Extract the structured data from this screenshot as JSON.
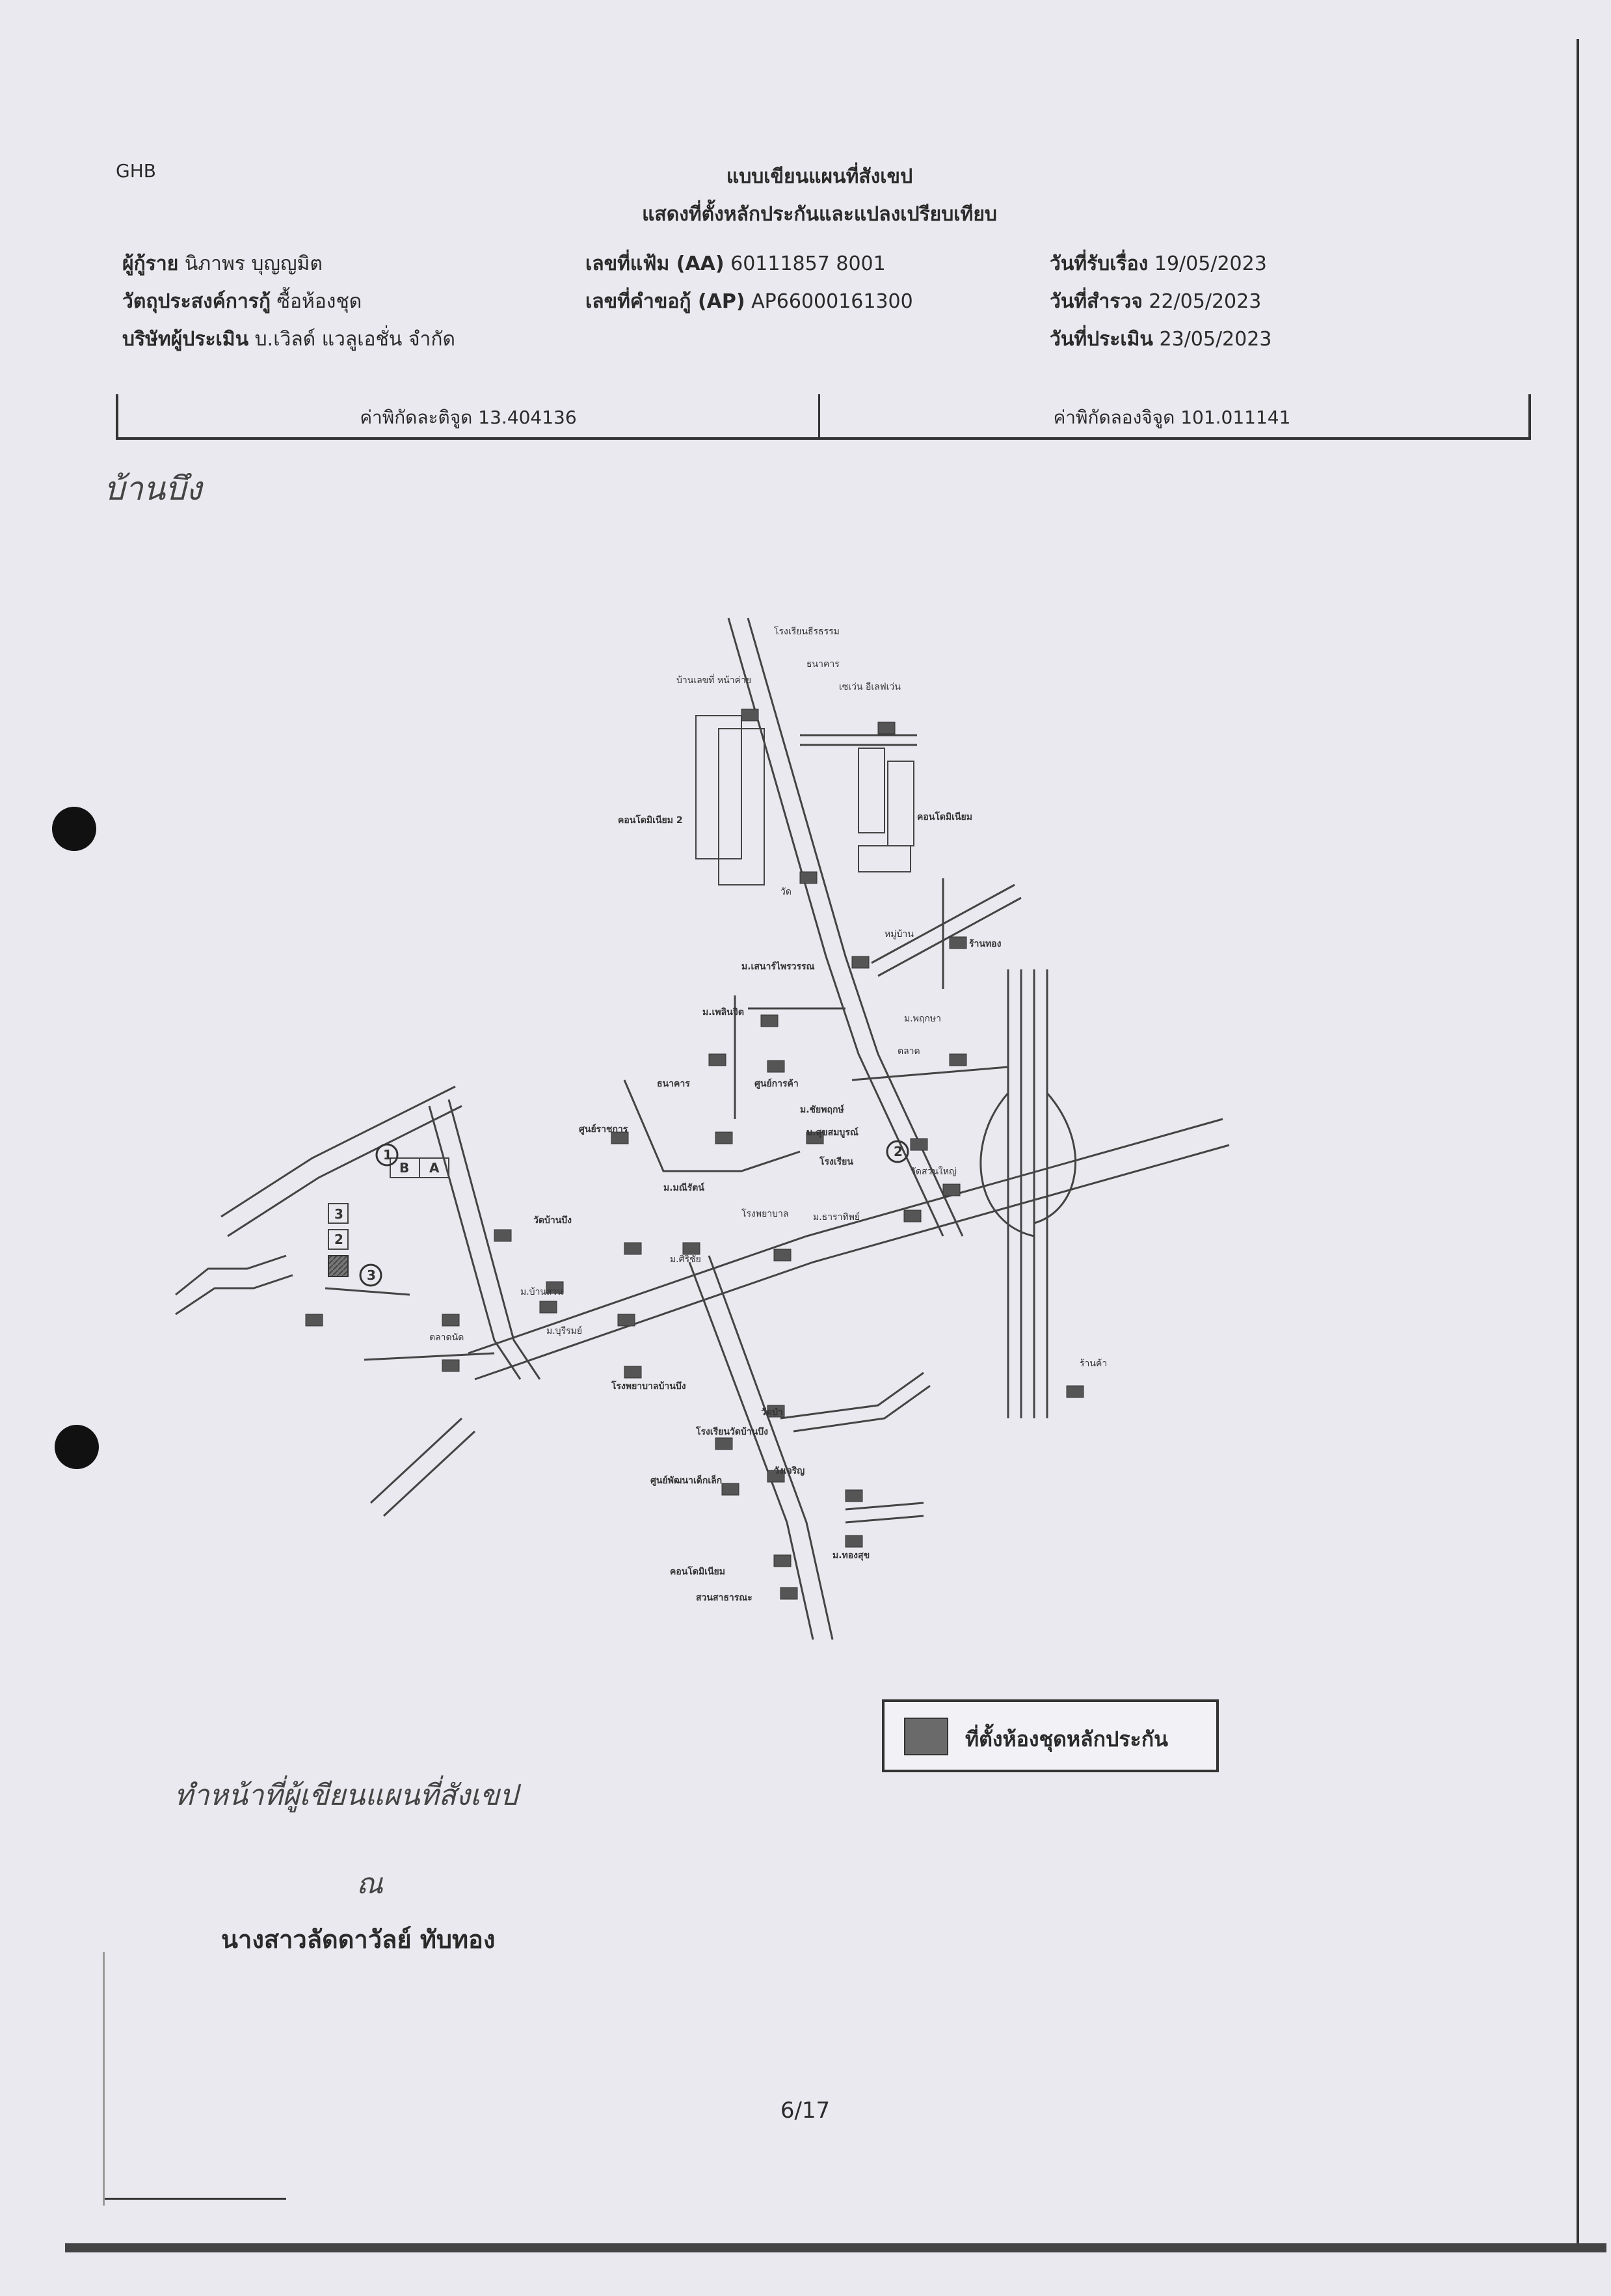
{
  "doc": {
    "code": "GHB"
  },
  "title": {
    "line1": "แบบเขียนแผนที่สังเขป",
    "line2": "แสดงที่ตั้งหลักประกันและแปลงเปรียบเทียบ"
  },
  "info": {
    "left": [
      {
        "label": "ผู้กู้ราย",
        "value": "นิภาพร บุญญมิต"
      },
      {
        "label": "วัตถุประสงค์การกู้",
        "value": "ซื้อห้องชุด"
      },
      {
        "label": "บริษัทผู้ประเมิน",
        "value": "บ.เวิลด์ แวลูเอชั่น จำกัด"
      }
    ],
    "mid": [
      {
        "label": "เลขที่แฟ้ม (AA)",
        "value": "60111857 8001"
      },
      {
        "label": "เลขที่คำขอกู้ (AP)",
        "value": "AP66000161300"
      }
    ],
    "right": [
      {
        "label": "วันที่รับเรื่อง",
        "value": "19/05/2023"
      },
      {
        "label": "วันที่สำรวจ",
        "value": "22/05/2023"
      },
      {
        "label": "วันที่ประเมิน",
        "value": "23/05/2023"
      }
    ]
  },
  "coords": {
    "lat_label": "ค่าพิกัดละติจูด",
    "lat_value": "13.404136",
    "lon_label": "ค่าพิกัดลองจิจูด",
    "lon_value": "101.011141"
  },
  "handwritten": {
    "top_note": "บ้านบึง",
    "bottom_note": "ทำหน้าที่ผู้เขียนแผนที่สังเขป",
    "initials": "ณ"
  },
  "signer": {
    "name": "นางสาวลัดดาวัลย์ ทับทอง"
  },
  "legend": {
    "label": "ที่ตั้งห้องชุดหลักประกัน"
  },
  "map": {
    "labels": [
      "โรงเรียนธีรธรรม",
      "ธนาคาร",
      "เซเว่น อีเลฟเว่น",
      "บ้านเลขที่ หน้าค่าย",
      "คอนโดมิเนียม 2",
      "คอนโดมิเนียม",
      "วัด",
      "หมู่บ้าน",
      "ร้านทอง",
      "ม.เสนาร์ไพรวรรณ",
      "ม.เพลินจิต",
      "ม.พฤกษา",
      "ตลาด",
      "ธนาคาร",
      "ศูนย์การค้า",
      "ศูนย์ราชการ",
      "ม.ชัยพฤกษ์",
      "ม.สุขสมบูรณ์",
      "โรงเรียน",
      "วัดสวนใหญ่",
      "ม.มณีรัตน์",
      "ม.ธาราทิพย์",
      "โรงพยาบาล",
      "วัดบ้านบึง",
      "ม.บ้านสวน",
      "ม.ศิริชัย",
      "ม.บุรีรมย์",
      "ตลาดนัด",
      "โรงพยาบาลบ้านบึง",
      "โรงเรียนวัดบ้านบึง",
      "วัดป่า",
      "ศูนย์พัฒนาเด็กเล็ก",
      "วังเจริญ",
      "ม.ทองสุข",
      "คอนโดมิเนียม",
      "สวนสาธารณะ",
      "ร้านค้า"
    ],
    "site_marks": [
      "1",
      "2",
      "3"
    ],
    "legend_marks": [
      "A",
      "B"
    ]
  },
  "footer": {
    "page": "6/17"
  }
}
